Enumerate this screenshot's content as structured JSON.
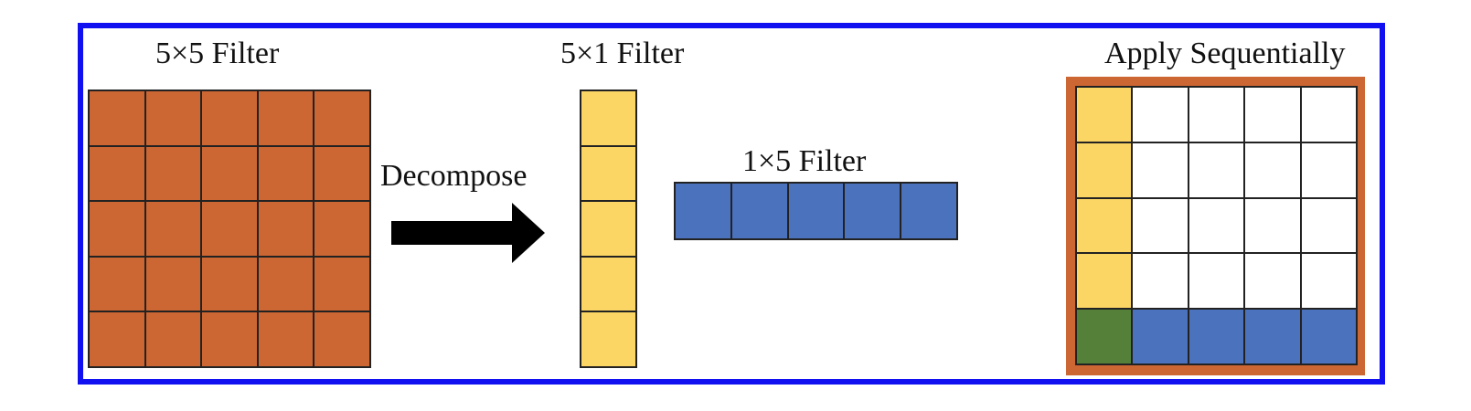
{
  "labels": {
    "filter_5x5": "5×5 Filter",
    "filter_5x1": "5×1 Filter",
    "filter_1x5": "1×5 Filter",
    "decompose": "Decompose",
    "apply": "Apply Sequentially"
  },
  "colors": {
    "frame": "#1010f0",
    "orange": "#cc6633",
    "yellow": "#fcd664",
    "blue": "#4a72bd",
    "green": "#54803a",
    "white": "#ffffff",
    "arrow": "#000000"
  },
  "grids": {
    "filter_5x5": {
      "rows": 5,
      "cols": 5
    },
    "filter_5x1": {
      "rows": 5,
      "cols": 1
    },
    "filter_1x5": {
      "rows": 1,
      "cols": 5
    },
    "combined": {
      "rows": 5,
      "cols": 5
    }
  }
}
